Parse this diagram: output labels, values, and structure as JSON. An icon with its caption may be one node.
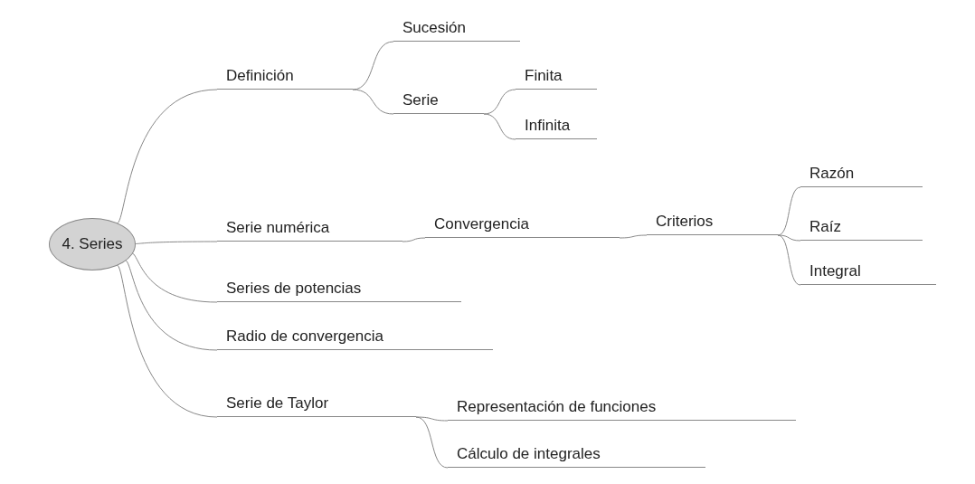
{
  "diagram": {
    "nodes": [
      {
        "text": [
          "4. Series"
        ]
      },
      {
        "text": [
          "Definición"
        ]
      },
      {
        "text": [
          "Sucesión"
        ]
      },
      {
        "text": [
          "Serie"
        ]
      },
      {
        "text": [
          "Finita"
        ]
      },
      {
        "text": [
          "Infinita"
        ]
      },
      {
        "text": [
          "Serie numérica"
        ]
      },
      {
        "text": [
          "Convergencia"
        ]
      },
      {
        "text": [
          "Criterios"
        ]
      },
      {
        "text": [
          "Razón"
        ]
      },
      {
        "text": [
          "Raíz"
        ]
      },
      {
        "text": [
          "Integral"
        ]
      },
      {
        "text": [
          "Series de potencias"
        ]
      },
      {
        "text": [
          "Radio de convergencia"
        ]
      },
      {
        "text": [
          "Serie de Taylor"
        ]
      },
      {
        "text": [
          "Representación de funciones"
        ]
      },
      {
        "text": [
          "Cálculo de integrales"
        ]
      }
    ],
    "edges": [
      {
        "from": 0,
        "to": 1,
        "arrow": "none"
      },
      {
        "from": 1,
        "to": 2,
        "arrow": "none"
      },
      {
        "from": 1,
        "to": 3,
        "arrow": "none"
      },
      {
        "from": 3,
        "to": 4,
        "arrow": "none"
      },
      {
        "from": 3,
        "to": 5,
        "arrow": "none"
      },
      {
        "from": 0,
        "to": 6,
        "arrow": "none"
      },
      {
        "from": 6,
        "to": 7,
        "arrow": "none"
      },
      {
        "from": 7,
        "to": 8,
        "arrow": "none"
      },
      {
        "from": 8,
        "to": 9,
        "arrow": "none"
      },
      {
        "from": 8,
        "to": 10,
        "arrow": "none"
      },
      {
        "from": 8,
        "to": 11,
        "arrow": "none"
      },
      {
        "from": 0,
        "to": 12,
        "arrow": "none"
      },
      {
        "from": 0,
        "to": 13,
        "arrow": "none"
      },
      {
        "from": 0,
        "to": 14,
        "arrow": "none"
      },
      {
        "from": 14,
        "to": 15,
        "arrow": "none"
      },
      {
        "from": 14,
        "to": 16,
        "arrow": "none"
      }
    ]
  }
}
